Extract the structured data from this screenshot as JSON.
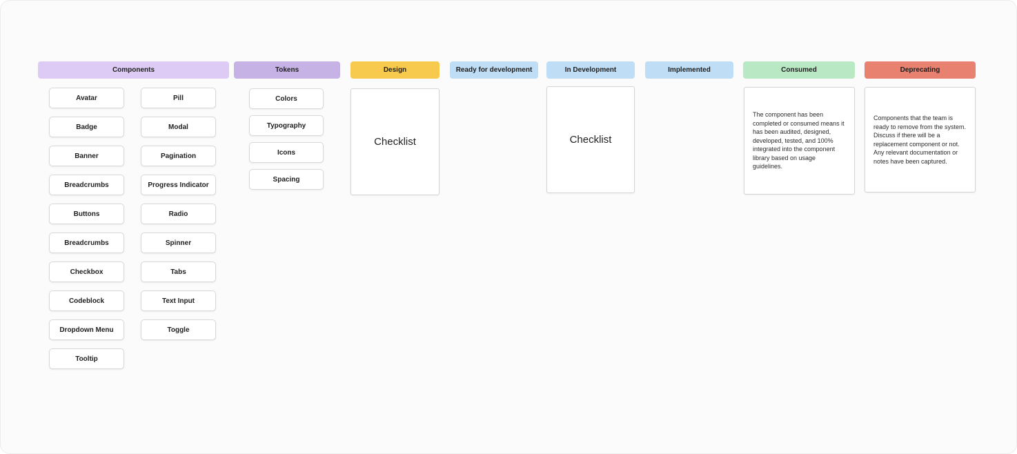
{
  "board": {
    "background_color": "#FBFBFB",
    "columns": [
      {
        "label": "Components",
        "color": "#DDCBF5",
        "cards_left": [
          "Avatar",
          "Badge",
          "Banner",
          "Breadcrumbs",
          "Buttons",
          "Breadcrumbs",
          "Checkbox",
          "Codeblock",
          "Dropdown Menu",
          "Tooltip"
        ],
        "cards_right": [
          "Pill",
          "Modal",
          "Pagination",
          "Progress Indicator",
          "Radio",
          "Spinner",
          "Tabs",
          "Text Input",
          "Toggle"
        ]
      },
      {
        "label": "Tokens",
        "color": "#C7B2E6",
        "cards": [
          "Colors",
          "Typography",
          "Icons",
          "Spacing"
        ]
      },
      {
        "label": "Design",
        "color": "#F7CA4D",
        "card_label": "Checklist"
      },
      {
        "label": "Ready for development",
        "color": "#BFDDF4"
      },
      {
        "label": "In Development",
        "color": "#BFDDF4",
        "card_label": "Checklist"
      },
      {
        "label": "Implemented",
        "color": "#BFDDF4"
      },
      {
        "label": "Consumed",
        "color": "#B9E9C4",
        "note": "The component has been completed or consumed means it has been audited, designed, developed, tested, and 100% integrated into the component library based on usage guidelines."
      },
      {
        "label": "Deprecating",
        "color": "#E8816F",
        "note": "Components that the team is ready to remove from the system. Discuss if there will be a replacement component or not. Any relevant documentation or notes have been captured."
      }
    ]
  }
}
